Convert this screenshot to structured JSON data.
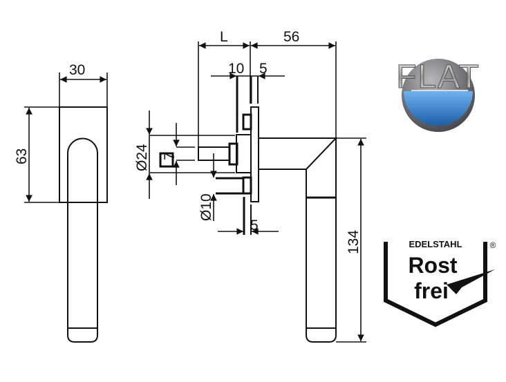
{
  "dimensions": {
    "width_front": "30",
    "height_rose": "63",
    "spindle_length": "L",
    "projection": "56",
    "rose_thickness": "10",
    "plate_thickness_top": "5",
    "rose_diameter": "Ø24",
    "spindle_square": "7",
    "screw_diameter": "Ø10",
    "plate_thickness_bottom": "5",
    "handle_length": "134"
  },
  "logos": {
    "flat": "FLAT",
    "badge_top": "EDELSTAHL",
    "badge_line1": "Rost",
    "badge_line2": "frei",
    "registered": "®"
  },
  "colors": {
    "line": "#111111",
    "flat_blue": "#2f7fd0",
    "flat_grey": "#6e6e72"
  }
}
